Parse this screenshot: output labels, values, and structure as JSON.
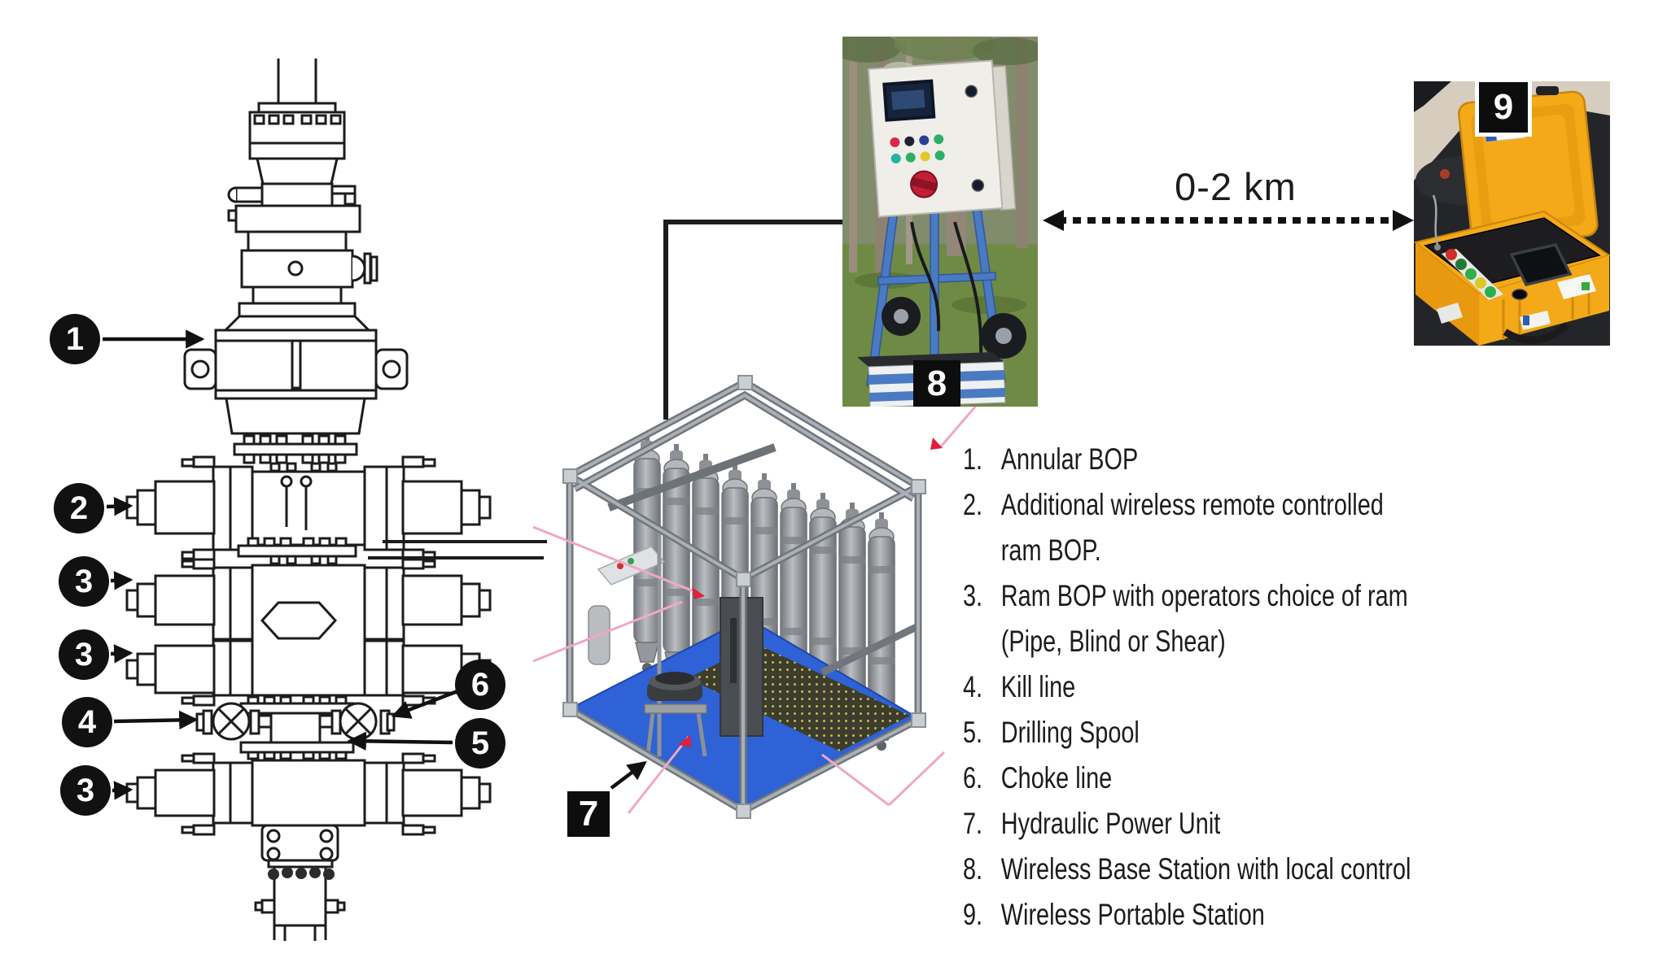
{
  "figure": {
    "description": "Wireless remote controlled BOP stack system overview diagram"
  },
  "distance_label": {
    "text": "0-2 km"
  },
  "legend": {
    "items": [
      {
        "num": "1.",
        "lines": [
          "Annular BOP"
        ]
      },
      {
        "num": "2.",
        "lines": [
          "Additional wireless remote controlled",
          "ram BOP."
        ]
      },
      {
        "num": "3.",
        "lines": [
          "Ram BOP with operators choice of ram",
          "(Pipe, Blind or Shear)"
        ]
      },
      {
        "num": "4.",
        "lines": [
          "Kill line"
        ]
      },
      {
        "num": "5.",
        "lines": [
          "Drilling Spool"
        ]
      },
      {
        "num": "6.",
        "lines": [
          "Choke line"
        ]
      },
      {
        "num": "7.",
        "lines": [
          "Hydraulic Power Unit"
        ]
      },
      {
        "num": "8.",
        "lines": [
          "Wireless Base Station with local control"
        ]
      },
      {
        "num": "9.",
        "lines": [
          "Wireless Portable Station"
        ]
      }
    ]
  },
  "callouts": [
    {
      "label": "1",
      "target": "annular-bop"
    },
    {
      "label": "2",
      "target": "additional-wireless-ram-bop"
    },
    {
      "label": "3",
      "target": "ram-bop-upper"
    },
    {
      "label": "3",
      "target": "ram-bop-middle"
    },
    {
      "label": "4",
      "target": "kill-line"
    },
    {
      "label": "6",
      "target": "choke-line"
    },
    {
      "label": "5",
      "target": "drilling-spool"
    },
    {
      "label": "3",
      "target": "ram-bop-lower"
    }
  ],
  "panel_labels": {
    "hpu": "7",
    "base_station": "8",
    "portable_station": "9"
  },
  "colors": {
    "ink": "#1c1c1c",
    "callout_bg": "#111111",
    "callout_text": "#ffffff",
    "label_bg": "#0d0d0d",
    "label_text": "#ffffff",
    "cart_blue": "#4a7ac2",
    "cabinet_white": "#efeee8",
    "case_yellow": "#f4a918",
    "panel_black": "#1d1d1f",
    "grass_green": "#6f8a45",
    "forest_olive": "#818c6d",
    "floor_blue": "#2e62d6",
    "frame_gray": "#9aa0a6",
    "leader_pink": "#f2a6c6",
    "arrow_red": "#e01f3d"
  }
}
